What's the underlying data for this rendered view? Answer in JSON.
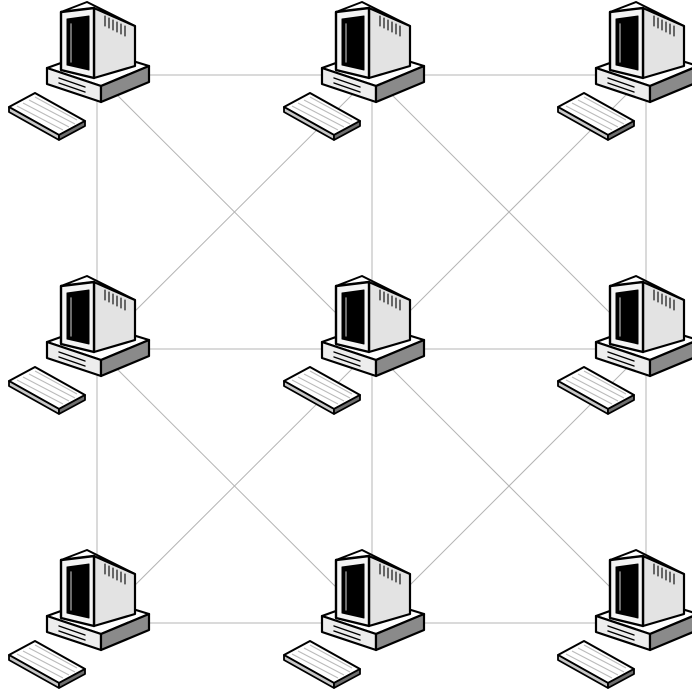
{
  "diagram": {
    "type": "mesh-network",
    "rows": 3,
    "columns": 3,
    "node_icon": "desktop-computer-icon",
    "node_count": 9,
    "edge_color": "#b4b4b4",
    "nodes": [
      {
        "id": "r1c1",
        "row": 1,
        "col": 1
      },
      {
        "id": "r1c2",
        "row": 1,
        "col": 2
      },
      {
        "id": "r1c3",
        "row": 1,
        "col": 3
      },
      {
        "id": "r2c1",
        "row": 2,
        "col": 1
      },
      {
        "id": "r2c2",
        "row": 2,
        "col": 2
      },
      {
        "id": "r2c3",
        "row": 2,
        "col": 3
      },
      {
        "id": "r3c1",
        "row": 3,
        "col": 1
      },
      {
        "id": "r3c2",
        "row": 3,
        "col": 2
      },
      {
        "id": "r3c3",
        "row": 3,
        "col": 3
      }
    ],
    "edges": [
      {
        "from": "r1c1",
        "to": "r1c2"
      },
      {
        "from": "r1c2",
        "to": "r1c3"
      },
      {
        "from": "r2c1",
        "to": "r2c2"
      },
      {
        "from": "r2c2",
        "to": "r2c3"
      },
      {
        "from": "r3c1",
        "to": "r3c2"
      },
      {
        "from": "r3c2",
        "to": "r3c3"
      },
      {
        "from": "r1c1",
        "to": "r2c1"
      },
      {
        "from": "r2c1",
        "to": "r3c1"
      },
      {
        "from": "r1c2",
        "to": "r2c2"
      },
      {
        "from": "r2c2",
        "to": "r3c2"
      },
      {
        "from": "r1c3",
        "to": "r2c3"
      },
      {
        "from": "r2c3",
        "to": "r3c3"
      },
      {
        "from": "r1c1",
        "to": "r2c2"
      },
      {
        "from": "r1c2",
        "to": "r2c1"
      },
      {
        "from": "r1c2",
        "to": "r2c3"
      },
      {
        "from": "r1c3",
        "to": "r2c2"
      },
      {
        "from": "r2c1",
        "to": "r3c2"
      },
      {
        "from": "r2c2",
        "to": "r3c1"
      },
      {
        "from": "r2c2",
        "to": "r3c3"
      },
      {
        "from": "r2c3",
        "to": "r3c2"
      }
    ]
  }
}
